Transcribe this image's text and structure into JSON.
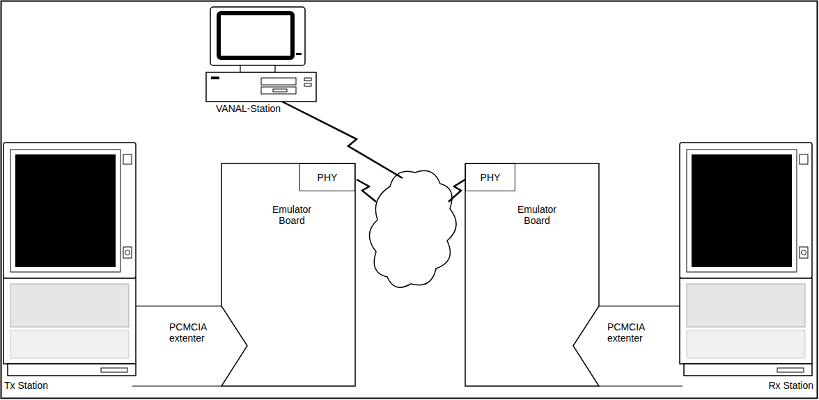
{
  "diagram": {
    "nodes": [
      {
        "text": [
          "Emulator Board"
        ]
      },
      {
        "text": [
          "PHY"
        ],
        "in": 0
      },
      {
        "text": [
          "Emulator Board"
        ]
      },
      {
        "text": [
          "PHY"
        ],
        "in": 2
      }
    ],
    "labels": [
      "VANAL-Station",
      "PCMCIA extenter",
      "Tx Station",
      "PCMCIA extenter",
      "Rx Station"
    ]
  }
}
